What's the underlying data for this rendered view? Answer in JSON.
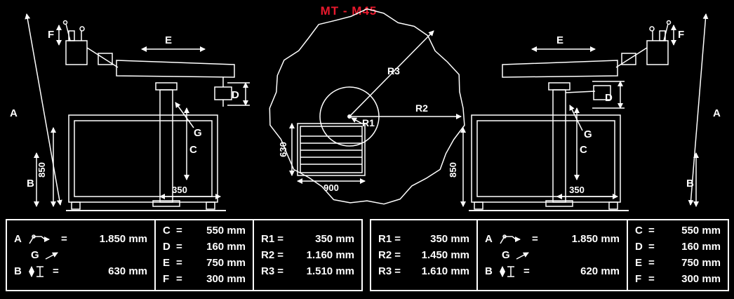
{
  "title": "MT - M45",
  "colors": {
    "title": "#e8192d",
    "line": "#ffffff",
    "background": "#000000"
  },
  "left_view": {
    "A": "A",
    "B": "B",
    "C": "C",
    "D": "D",
    "E": "E",
    "F": "F",
    "G": "G",
    "height_850": "850",
    "width_350": "350"
  },
  "top_view": {
    "R1": "R1",
    "R2": "R2",
    "R3": "R3",
    "depth_630": "630",
    "width_900": "900"
  },
  "right_view": {
    "A": "A",
    "B": "B",
    "C": "C",
    "D": "D",
    "E": "E",
    "F": "F",
    "G": "G",
    "height_850": "850",
    "width_350": "350"
  },
  "left_table": {
    "reach": [
      {
        "label": "A",
        "eq": "=",
        "value": "1.850 mm"
      },
      {
        "label": "G",
        "eq": "",
        "value": ""
      },
      {
        "label": "B",
        "eq": "=",
        "value": "630 mm"
      }
    ],
    "dims": [
      {
        "label": "C",
        "eq": "=",
        "value": "550 mm"
      },
      {
        "label": "D",
        "eq": "=",
        "value": "160 mm"
      },
      {
        "label": "E",
        "eq": "=",
        "value": "750 mm"
      },
      {
        "label": "F",
        "eq": "=",
        "value": "300 mm"
      }
    ],
    "radii": [
      {
        "label": "R1",
        "eq": "=",
        "value": "350 mm"
      },
      {
        "label": "R2",
        "eq": "=",
        "value": "1.160 mm"
      },
      {
        "label": "R3",
        "eq": "=",
        "value": "1.510 mm"
      }
    ]
  },
  "right_table": {
    "radii": [
      {
        "label": "R1",
        "eq": "=",
        "value": "350 mm"
      },
      {
        "label": "R2",
        "eq": "=",
        "value": "1.450 mm"
      },
      {
        "label": "R3",
        "eq": "=",
        "value": "1.610 mm"
      }
    ],
    "reach": [
      {
        "label": "A",
        "eq": "=",
        "value": "1.850 mm"
      },
      {
        "label": "G",
        "eq": "",
        "value": ""
      },
      {
        "label": "B",
        "eq": "=",
        "value": "620 mm"
      }
    ],
    "dims": [
      {
        "label": "C",
        "eq": "=",
        "value": "550 mm"
      },
      {
        "label": "D",
        "eq": "=",
        "value": "160 mm"
      },
      {
        "label": "E",
        "eq": "=",
        "value": "750 mm"
      },
      {
        "label": "F",
        "eq": "=",
        "value": "300 mm"
      }
    ]
  }
}
